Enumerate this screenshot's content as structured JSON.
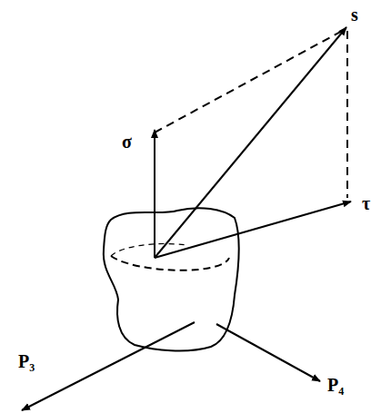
{
  "diagram": {
    "labels": [
      "σ",
      "s",
      "τ",
      "P₃",
      "P₄"
    ]
  }
}
